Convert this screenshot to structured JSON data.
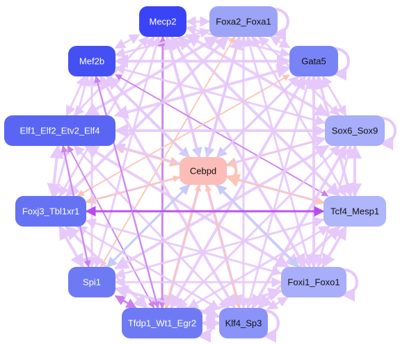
{
  "colors": {
    "edge_lilac": "#e6c8fa",
    "edge_violet": "#cc7ff0",
    "edge_purple": "#b84af0",
    "edge_peach": "#fcc4b4",
    "edge_blue": "#c4ccf8",
    "center_fill": "#fcbcb8",
    "label_light": "#ffffff",
    "label_dark": "#111111"
  },
  "nodes": [
    {
      "id": "mecp2",
      "label": "Mecp2",
      "fill": "#3a44f6",
      "text": "light"
    },
    {
      "id": "foxa",
      "label": "Foxa2_Foxa1",
      "fill": "#9ca4f7",
      "text": "dark"
    },
    {
      "id": "mef2b",
      "label": "Mef2b",
      "fill": "#4450f2",
      "text": "light"
    },
    {
      "id": "gata5",
      "label": "Gata5",
      "fill": "#7884f6",
      "text": "dark"
    },
    {
      "id": "elf",
      "label": "Elf1_Elf2_Etv2_Elf4",
      "fill": "#5a66f3",
      "text": "light"
    },
    {
      "id": "sox",
      "label": "Sox6_Sox9",
      "fill": "#a8aefa",
      "text": "dark"
    },
    {
      "id": "cebpd",
      "label": "Cebpd",
      "fill": "#fcbcb8",
      "text": "dark"
    },
    {
      "id": "foxj3",
      "label": "Foxj3_Tbl1xr1",
      "fill": "#6672f4",
      "text": "light"
    },
    {
      "id": "tcf4",
      "label": "Tcf4_Mesp1",
      "fill": "#b0b6fa",
      "text": "dark"
    },
    {
      "id": "spi1",
      "label": "Spi1",
      "fill": "#6e7af4",
      "text": "light"
    },
    {
      "id": "foxi",
      "label": "Foxi1_Foxo1",
      "fill": "#a8aefa",
      "text": "dark"
    },
    {
      "id": "tfdp",
      "label": "Tfdp1_Wt1_Egr2",
      "fill": "#6e7af4",
      "text": "light"
    },
    {
      "id": "klf4",
      "label": "Klf4_Sp3",
      "fill": "#8a94f8",
      "text": "dark"
    }
  ],
  "self_loops": [
    "foxa",
    "gata5",
    "sox",
    "cebpd",
    "foxi",
    "klf4",
    "tfdp"
  ],
  "edges": [
    {
      "from": "mecp2",
      "to": "foxa",
      "kind": "lilac",
      "w": 3
    },
    {
      "from": "mecp2",
      "to": "mef2b",
      "kind": "lilac",
      "w": 3
    },
    {
      "from": "mecp2",
      "to": "gata5",
      "kind": "lilac",
      "w": 3
    },
    {
      "from": "mecp2",
      "to": "elf",
      "kind": "lilac",
      "w": 3
    },
    {
      "from": "mecp2",
      "to": "sox",
      "kind": "lilac",
      "w": 4
    },
    {
      "from": "mecp2",
      "to": "cebpd",
      "kind": "blue",
      "w": 3
    },
    {
      "from": "mecp2",
      "to": "foxj3",
      "kind": "lilac",
      "w": 3
    },
    {
      "from": "mecp2",
      "to": "tcf4",
      "kind": "lilac",
      "w": 4
    },
    {
      "from": "mecp2",
      "to": "spi1",
      "kind": "lilac",
      "w": 3
    },
    {
      "from": "mecp2",
      "to": "foxi",
      "kind": "lilac",
      "w": 4
    },
    {
      "from": "mecp2",
      "to": "tfdp",
      "kind": "violet",
      "w": 3
    },
    {
      "from": "mecp2",
      "to": "klf4",
      "kind": "lilac",
      "w": 4
    },
    {
      "from": "foxa",
      "to": "mef2b",
      "kind": "lilac",
      "w": 3
    },
    {
      "from": "foxa",
      "to": "gata5",
      "kind": "lilac",
      "w": 3
    },
    {
      "from": "foxa",
      "to": "elf",
      "kind": "lilac",
      "w": 4
    },
    {
      "from": "foxa",
      "to": "sox",
      "kind": "lilac",
      "w": 3
    },
    {
      "from": "foxa",
      "to": "cebpd",
      "kind": "blue",
      "w": 3
    },
    {
      "from": "foxa",
      "to": "foxj3",
      "kind": "lilac",
      "w": 4
    },
    {
      "from": "foxa",
      "to": "tcf4",
      "kind": "lilac",
      "w": 3
    },
    {
      "from": "foxa",
      "to": "spi1",
      "kind": "peach",
      "w": 2
    },
    {
      "from": "foxa",
      "to": "foxi",
      "kind": "lilac",
      "w": 3
    },
    {
      "from": "foxa",
      "to": "tfdp",
      "kind": "lilac",
      "w": 4
    },
    {
      "from": "foxa",
      "to": "klf4",
      "kind": "lilac",
      "w": 3
    },
    {
      "from": "mef2b",
      "to": "gata5",
      "kind": "lilac",
      "w": 4
    },
    {
      "from": "mef2b",
      "to": "elf",
      "kind": "lilac",
      "w": 3
    },
    {
      "from": "mef2b",
      "to": "sox",
      "kind": "lilac",
      "w": 3
    },
    {
      "from": "mef2b",
      "to": "cebpd",
      "kind": "blue",
      "w": 3
    },
    {
      "from": "mef2b",
      "to": "foxj3",
      "kind": "lilac",
      "w": 3
    },
    {
      "from": "mef2b",
      "to": "tcf4",
      "kind": "violet",
      "w": 2
    },
    {
      "from": "mef2b",
      "to": "spi1",
      "kind": "lilac",
      "w": 3
    },
    {
      "from": "mef2b",
      "to": "foxi",
      "kind": "lilac",
      "w": 4
    },
    {
      "from": "mef2b",
      "to": "tfdp",
      "kind": "lilac",
      "w": 3
    },
    {
      "from": "mef2b",
      "to": "klf4",
      "kind": "lilac",
      "w": 4
    },
    {
      "from": "gata5",
      "to": "elf",
      "kind": "lilac",
      "w": 4
    },
    {
      "from": "gata5",
      "to": "sox",
      "kind": "lilac",
      "w": 3
    },
    {
      "from": "gata5",
      "to": "cebpd",
      "kind": "blue",
      "w": 3
    },
    {
      "from": "gata5",
      "to": "foxj3",
      "kind": "peach",
      "w": 2
    },
    {
      "from": "gata5",
      "to": "tcf4",
      "kind": "lilac",
      "w": 4
    },
    {
      "from": "gata5",
      "to": "spi1",
      "kind": "lilac",
      "w": 3
    },
    {
      "from": "gata5",
      "to": "foxi",
      "kind": "lilac",
      "w": 4
    },
    {
      "from": "gata5",
      "to": "tfdp",
      "kind": "lilac",
      "w": 4
    },
    {
      "from": "gata5",
      "to": "klf4",
      "kind": "lilac",
      "w": 3
    },
    {
      "from": "elf",
      "to": "sox",
      "kind": "lilac",
      "w": 4
    },
    {
      "from": "elf",
      "to": "cebpd",
      "kind": "peach",
      "w": 3
    },
    {
      "from": "elf",
      "to": "foxj3",
      "kind": "lilac",
      "w": 4
    },
    {
      "from": "elf",
      "to": "tcf4",
      "kind": "lilac",
      "w": 3
    },
    {
      "from": "elf",
      "to": "spi1",
      "kind": "lilac",
      "w": 3
    },
    {
      "from": "elf",
      "to": "foxi",
      "kind": "lilac",
      "w": 4
    },
    {
      "from": "elf",
      "to": "tfdp",
      "kind": "violet",
      "w": 2
    },
    {
      "from": "elf",
      "to": "klf4",
      "kind": "lilac",
      "w": 3
    },
    {
      "from": "sox",
      "to": "cebpd",
      "kind": "peach",
      "w": 3
    },
    {
      "from": "sox",
      "to": "foxj3",
      "kind": "lilac",
      "w": 3
    },
    {
      "from": "sox",
      "to": "tcf4",
      "kind": "lilac",
      "w": 4
    },
    {
      "from": "sox",
      "to": "spi1",
      "kind": "lilac",
      "w": 4
    },
    {
      "from": "sox",
      "to": "foxi",
      "kind": "lilac",
      "w": 3
    },
    {
      "from": "sox",
      "to": "tfdp",
      "kind": "lilac",
      "w": 3
    },
    {
      "from": "sox",
      "to": "klf4",
      "kind": "lilac",
      "w": 4
    },
    {
      "from": "cebpd",
      "to": "foxj3",
      "kind": "peach",
      "w": 2
    },
    {
      "from": "cebpd",
      "to": "tcf4",
      "kind": "peach",
      "w": 2
    },
    {
      "from": "cebpd",
      "to": "spi1",
      "kind": "blue",
      "w": 3
    },
    {
      "from": "cebpd",
      "to": "foxi",
      "kind": "blue",
      "w": 3
    },
    {
      "from": "cebpd",
      "to": "tfdp",
      "kind": "peach",
      "w": 2
    },
    {
      "from": "cebpd",
      "to": "klf4",
      "kind": "peach",
      "w": 2
    },
    {
      "from": "foxj3",
      "to": "tcf4",
      "kind": "purple",
      "w": 3
    },
    {
      "from": "foxj3",
      "to": "spi1",
      "kind": "lilac",
      "w": 4
    },
    {
      "from": "foxj3",
      "to": "foxi",
      "kind": "lilac",
      "w": 3
    },
    {
      "from": "foxj3",
      "to": "tfdp",
      "kind": "lilac",
      "w": 4
    },
    {
      "from": "foxj3",
      "to": "klf4",
      "kind": "lilac",
      "w": 3
    },
    {
      "from": "tcf4",
      "to": "spi1",
      "kind": "lilac",
      "w": 3
    },
    {
      "from": "tcf4",
      "to": "foxi",
      "kind": "lilac",
      "w": 4
    },
    {
      "from": "tcf4",
      "to": "tfdp",
      "kind": "lilac",
      "w": 3
    },
    {
      "from": "tcf4",
      "to": "klf4",
      "kind": "lilac",
      "w": 4
    },
    {
      "from": "spi1",
      "to": "foxi",
      "kind": "lilac",
      "w": 3
    },
    {
      "from": "spi1",
      "to": "tfdp",
      "kind": "violet",
      "w": 3
    },
    {
      "from": "spi1",
      "to": "klf4",
      "kind": "lilac",
      "w": 4
    },
    {
      "from": "foxi",
      "to": "tfdp",
      "kind": "lilac",
      "w": 4
    },
    {
      "from": "foxi",
      "to": "klf4",
      "kind": "lilac",
      "w": 3
    },
    {
      "from": "tfdp",
      "to": "klf4",
      "kind": "lilac",
      "w": 4
    },
    {
      "from": "elf",
      "to": "spi1",
      "kind": "violet",
      "w": 2
    },
    {
      "from": "mef2b",
      "to": "tfdp",
      "kind": "violet",
      "w": 2
    }
  ]
}
